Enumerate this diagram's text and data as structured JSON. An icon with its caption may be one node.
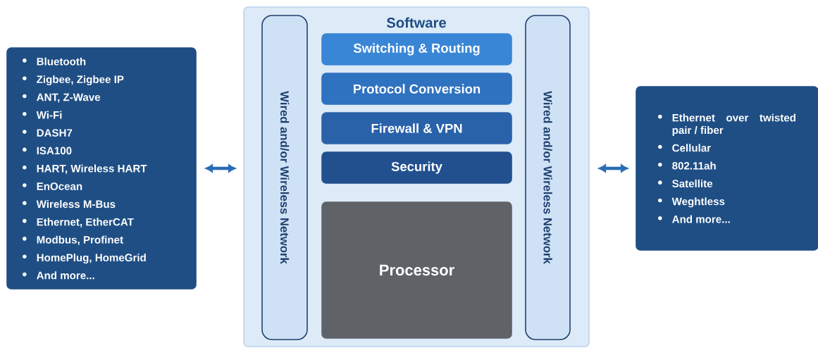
{
  "diagram": {
    "nodes": [
      {
        "text": [
          "Bluetooth",
          "Zigbee, Zigbee IP",
          "ANT, Z-Wave",
          "Wi-Fi",
          "DASH7",
          "ISA100",
          "HART, Wireless HART",
          "EnOcean",
          "Wireless M-Bus",
          "Ethernet, EtherCAT",
          "Modbus, Profinet",
          "HomePlug, HomeGrid",
          "And more..."
        ]
      },
      {
        "text": [
          "Software"
        ]
      },
      {
        "text": [
          "Wired and/or Wireless Network"
        ],
        "in": 1
      },
      {
        "text": [
          "Switching & Routing"
        ],
        "in": 1
      },
      {
        "text": [
          "Protocol Conversion"
        ],
        "in": 1
      },
      {
        "text": [
          "Firewall & VPN"
        ],
        "in": 1
      },
      {
        "text": [
          "Security"
        ],
        "in": 1
      },
      {
        "text": [
          "Processor"
        ],
        "in": 1
      },
      {
        "text": [
          "Wired and/or Wireless Network"
        ],
        "in": 1
      },
      {
        "text": [
          "Ethernet over twisted pair / fiber",
          "Cellular",
          "802.11ah",
          "Satellite",
          "Weghtless",
          "And more..."
        ]
      }
    ],
    "edges": [
      {
        "from": 0,
        "to": 1,
        "arrow": "both"
      },
      {
        "from": 1,
        "to": 9,
        "arrow": "both"
      }
    ]
  }
}
